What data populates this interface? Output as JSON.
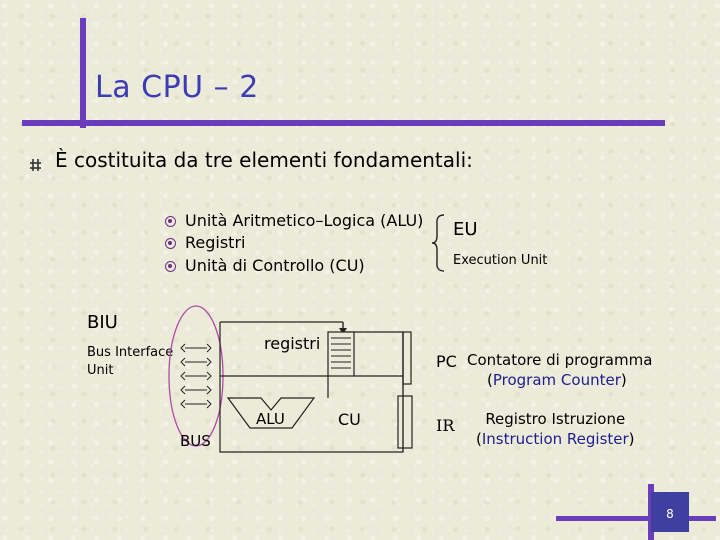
{
  "slide": {
    "title": "La CPU – 2",
    "intro": "È costituita da tre elementi fondamentali:",
    "elements": [
      "Unità Aritmetico–Logica (ALU)",
      "Registri",
      "Unità di Controllo (CU)"
    ],
    "eu_label": "EU",
    "eu_full": "Execution Unit",
    "page_number": "8"
  },
  "diagram": {
    "biu_label": "BIU",
    "biu_full_line1": "Bus Interface",
    "biu_full_line2": "Unit",
    "bus_label": "BUS",
    "registri_label": "registri",
    "alu_label": "ALU",
    "cu_label": "CU",
    "pc_label": "PC",
    "pc_desc": "Contatore di programma",
    "pc_en_open": "(",
    "pc_en": "Program Counter",
    "pc_en_close": ")",
    "ir_label": "IR",
    "ir_desc": "Registro Istruzione",
    "ir_en_open": "(",
    "ir_en": "Instruction Register",
    "ir_en_close": ")"
  },
  "colors": {
    "title": "#3c3cb4",
    "accent_bar": "#6a3dbd",
    "bullet": "#6b2f86",
    "ellipse": "#b04aa6"
  }
}
